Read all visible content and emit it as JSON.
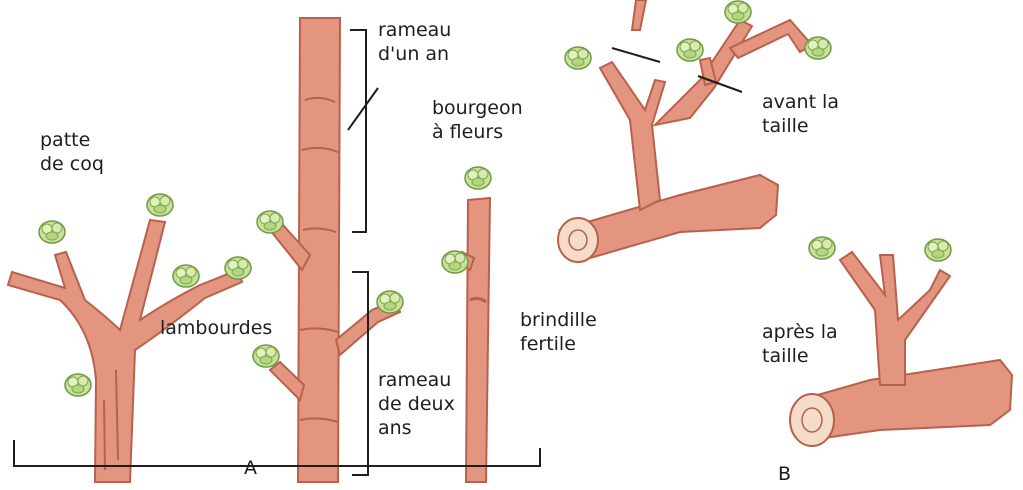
{
  "labels": {
    "patte_de_coq": "patte\nde coq",
    "lambourdes": "lambourdes",
    "rameau_un_an": "rameau\nd'un an",
    "rameau_deux_ans": "rameau\nde deux\nans",
    "bourgeon_a_fleurs": "bourgeon\nà fleurs",
    "brindille_fertile": "brindille\nfertile",
    "avant_la_taille": "avant la\ntaille",
    "apres_la_taille": "après la\ntaille",
    "section_a": "A",
    "section_b": "B"
  },
  "colors": {
    "wood": "#e3957f",
    "wood_dark": "#b8614d",
    "bud": "#c8e29a",
    "bud_dark": "#7aa84a",
    "cut": "#f4dcc8"
  }
}
